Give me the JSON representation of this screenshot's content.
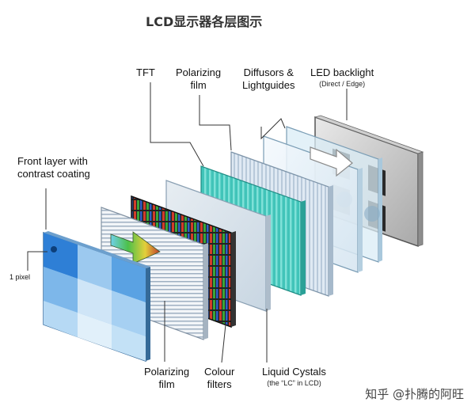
{
  "title": "LCD显示器各层图示",
  "labels": {
    "tft": "TFT",
    "polarizing_top_1": "Polarizing",
    "polarizing_top_2": "film",
    "diffusors_1": "Diffusors &",
    "diffusors_2": "Lightguides",
    "led_1": "LED backlight",
    "led_sub": "(Direct / Edge)",
    "front_1": "Front layer with",
    "front_2": "contrast coating",
    "pixel": "1 pixel",
    "polarizing_bottom_1": "Polarizing",
    "polarizing_bottom_2": "film",
    "colour_1": "Colour",
    "colour_2": "filters",
    "liquid_1": "Liquid Cystals",
    "liquid_sub": "(the “LC” in LCD)"
  },
  "watermark": "知乎 @扑腾的阿旺"
}
